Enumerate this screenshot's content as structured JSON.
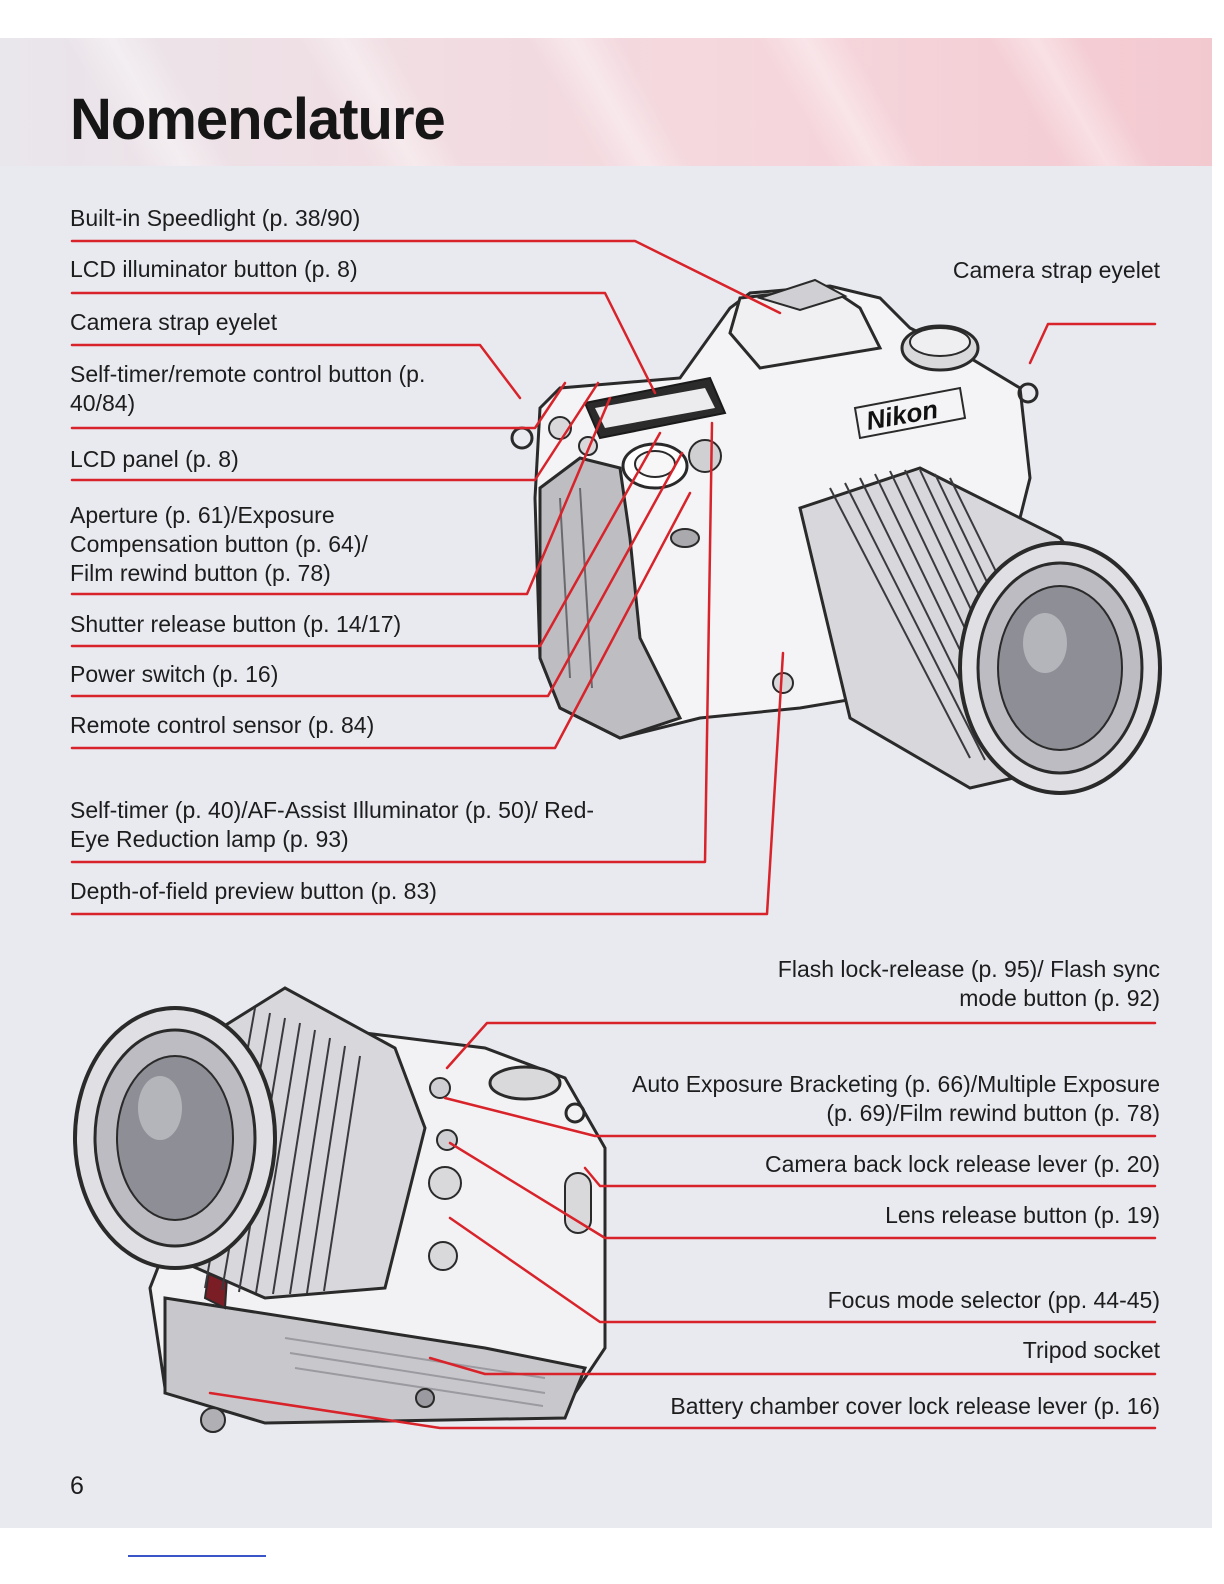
{
  "page": {
    "title": "Nomenclature",
    "page_number": "6"
  },
  "brand": "Nikon",
  "top_labels": [
    "Built-in Speedlight (p. 38/90)",
    "LCD illuminator button (p. 8)",
    "Camera strap eyelet",
    "Self-timer/remote control button (p. 40/84)",
    "LCD panel (p. 8)",
    "Aperture (p. 61)/Exposure Compensation button (p. 64)/ Film rewind button (p. 78)",
    "Shutter release button (p. 14/17)",
    "Power switch (p. 16)",
    "Remote control sensor (p. 84)",
    "Self-timer (p. 40)/AF-Assist Illuminator (p. 50)/ Red-Eye Reduction lamp (p. 93)",
    "Depth-of-field preview button (p. 83)"
  ],
  "top_right_label": "Camera strap eyelet",
  "bottom_labels": [
    "Flash lock-release (p. 95)/ Flash sync mode button (p. 92)",
    "Auto Exposure Bracketing (p. 66)/Multiple Exposure (p. 69)/Film rewind button (p. 78)",
    "Camera back lock release lever (p. 20)",
    "Lens release button (p. 19)",
    "Focus mode selector (pp. 44-45)",
    "Tripod socket",
    "Battery chamber cover lock release lever (p. 16)"
  ],
  "colors": {
    "leader_line": "#d8232a",
    "title": "#161616",
    "page_background": "#e9eaf0",
    "header_tint": "#f5d6dc"
  }
}
